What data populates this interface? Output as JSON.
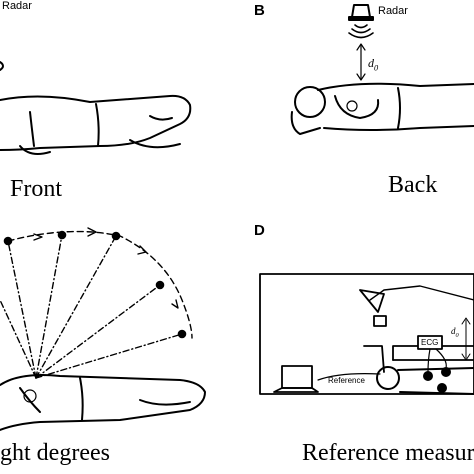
{
  "panels": {
    "a": {
      "radar_label": "Radar",
      "caption": "Front"
    },
    "b": {
      "letter": "B",
      "radar_label": "Radar",
      "distance_label": "d0",
      "caption": "Back"
    },
    "c": {
      "caption": "ght degrees"
    },
    "d": {
      "letter": "D",
      "ecg_label": "ECG",
      "distance_label": "d0",
      "reference_label": "Reference",
      "caption": "Reference measure"
    }
  }
}
